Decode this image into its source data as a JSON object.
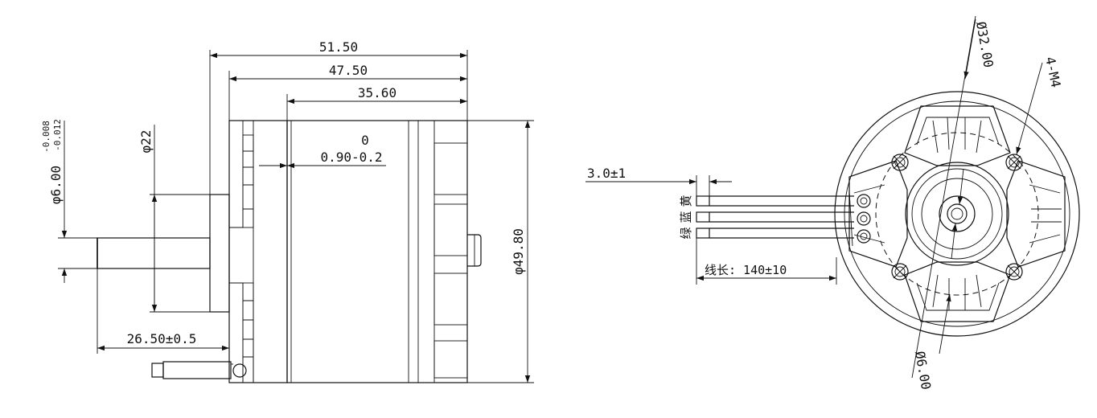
{
  "side_view": {
    "dim_total_length": "51.50",
    "dim_body_length": "47.50",
    "dim_can_length": "35.60",
    "dim_gap_upper": "0",
    "dim_gap_main": "0.90-0.2",
    "dim_diameter_body": "φ49.80",
    "dim_diameter_boss": "φ22",
    "dim_shaft_diameter": "φ6.00",
    "dim_shaft_tol_upper": "-0.008",
    "dim_shaft_tol_lower": "-0.012",
    "dim_shaft_length": "26.50±0.5"
  },
  "front_view": {
    "dim_strip_length": "3.0±1",
    "wire_label_1": "黄",
    "wire_label_2": "蓝",
    "wire_label_3": "绿",
    "dim_wire_length": "线长: 140±10",
    "dim_pcd": "Ø32.00",
    "dim_screws": "4-M4",
    "dim_shaft": "Ø6.00"
  }
}
